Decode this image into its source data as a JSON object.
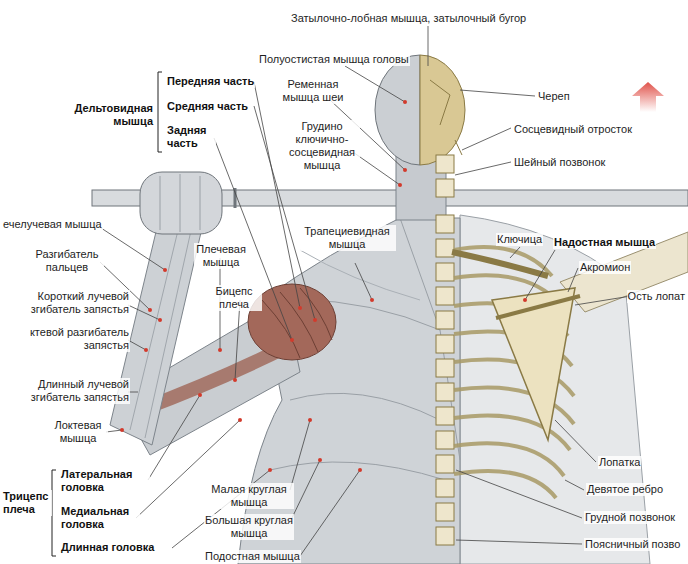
{
  "diagram": {
    "labels": [
      "Затылочно-лобная мышца, затылочный бугор",
      "Полуостистая мышца головы",
      "Передняя часть",
      "Дельтовидная мышца",
      "Средняя часть",
      "Задняя часть",
      "Ременная мышца шеи",
      "Грудино ключично-сосцевидная мышца",
      "Череп",
      "Сосцевидный отросток",
      "Шейный позвонок",
      "ечелучевая мышца",
      "Разгибатель пальцев",
      "Плечевая мышца",
      "Бицепс плеча",
      "Трапециевидная мышца",
      "Ключица",
      "Надостная мышца",
      "Акромион",
      "Ость лопат",
      "Короткий лучевой згибатель запястья",
      "ктевой разгибатель запястья",
      "Длинный лучевой згибатель запястья",
      "Локтевая мышца",
      "Лопатка",
      "Латеральная головка",
      "Трицепс плеча",
      "Медиальная головка",
      "Длинная головка",
      "Малая круглая мышца",
      "Девятое ребро",
      "Большая круглая мышца",
      "Грудной позвонок",
      "Подостная мышца",
      "Поясничный позво"
    ]
  }
}
